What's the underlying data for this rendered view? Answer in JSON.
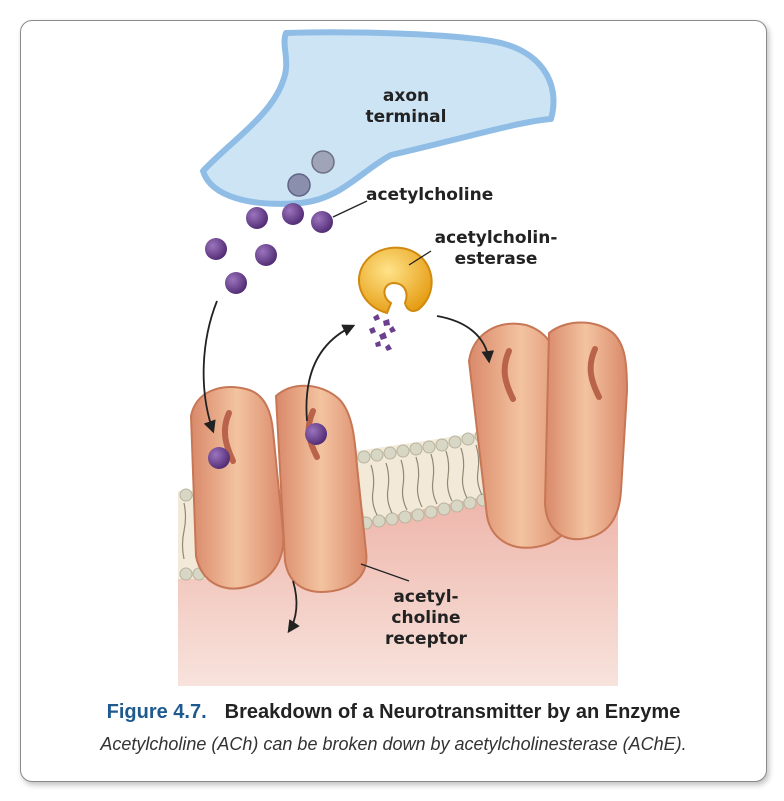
{
  "labels": {
    "axon_terminal_line1": "axon",
    "axon_terminal_line2": "terminal",
    "acetylcholine": "acetylcholine",
    "ache_line1": "acetylcholin-",
    "ache_line2": "esterase",
    "receptor_line1": "acetyl-",
    "receptor_line2": "choline",
    "receptor_line3": "receptor"
  },
  "caption": {
    "figure_number": "Figure 4.7.",
    "title": "Breakdown of a Neurotransmitter by an Enzyme",
    "description": "Acetylcholine (ACh) can be broken down by acetylcholinesterase (AChE)."
  },
  "colors": {
    "axon_fill": "#cde4f5",
    "axon_stroke": "#8fbde6",
    "molecule": "#6b3f8e",
    "enzyme": "#f2b51b",
    "receptor": "#e7a27c",
    "membrane_head": "#d8d6c4",
    "cytoplasm": "#f1c8c0",
    "figure_blue": "#1f5a8f"
  },
  "icons": [
    "acetylcholine-molecule",
    "enzyme-shape",
    "receptor-protein",
    "phospholipid-bilayer",
    "flow-arrow"
  ]
}
